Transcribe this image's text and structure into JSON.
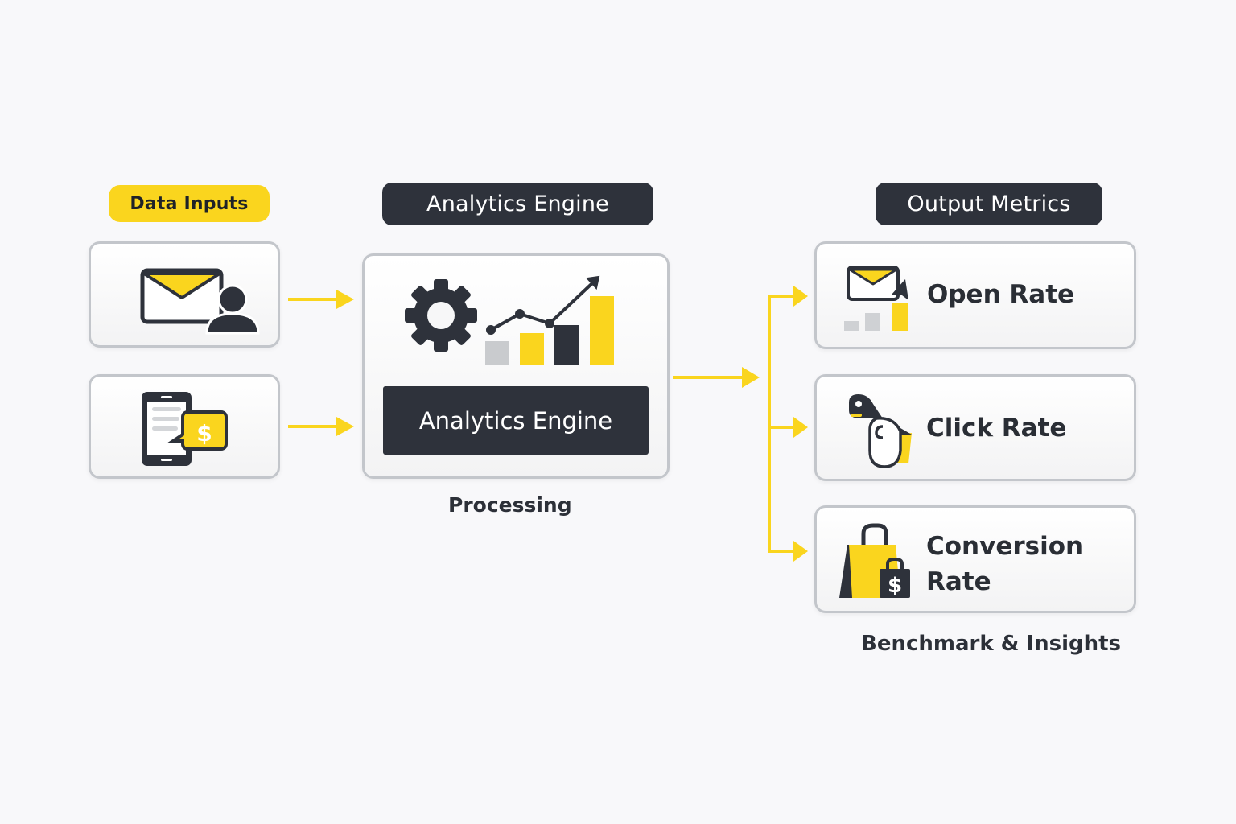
{
  "diagram": {
    "colors": {
      "accent": "#fad51e",
      "dark": "#2e323b",
      "border": "#c3c6cb",
      "muted": "#cfd1d4"
    },
    "inputs": {
      "header": "Data Inputs",
      "items": [
        {
          "icon": "email-user-icon"
        },
        {
          "icon": "mobile-payment-icon"
        }
      ]
    },
    "engine": {
      "header": "Analytics Engine",
      "label": "Analytics Engine",
      "caption": "Processing",
      "icons": [
        "gear-icon",
        "growth-chart-icon"
      ]
    },
    "outputs": {
      "header": "Output Metrics",
      "caption": "Benchmark & Insights",
      "items": [
        {
          "label": "Open Rate",
          "icon": "email-open-chart-icon"
        },
        {
          "label": "Click Rate",
          "icon": "mouse-click-icon"
        },
        {
          "label_line1": "Conversion",
          "label_line2": "Rate",
          "icon": "shopping-bag-dollar-icon"
        }
      ]
    }
  }
}
